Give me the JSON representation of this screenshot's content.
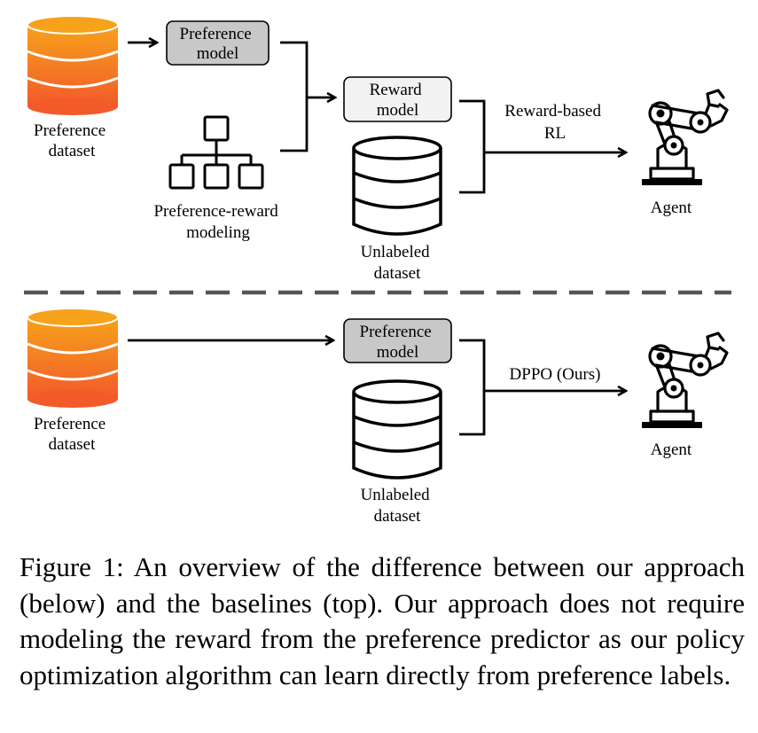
{
  "top": {
    "preference_dataset": [
      "Preference",
      "dataset"
    ],
    "preference_model": [
      "Preference",
      "model"
    ],
    "preference_reward_modeling": [
      "Preference-reward",
      "modeling"
    ],
    "reward_model": [
      "Reward",
      "model"
    ],
    "unlabeled_dataset": [
      "Unlabeled",
      "dataset"
    ],
    "reward_based_rl": [
      "Reward-based",
      "RL"
    ],
    "agent": "Agent"
  },
  "bottom": {
    "preference_dataset": [
      "Preference",
      "dataset"
    ],
    "preference_model": [
      "Preference",
      "model"
    ],
    "unlabeled_dataset": [
      "Unlabeled",
      "dataset"
    ],
    "dppo": "DPPO (Ours)",
    "agent": "Agent"
  },
  "caption": "Figure 1: An overview of the difference between our approach (below) and the baselines (top). Our approach does not require modeling the reward from the preference predictor as our policy optimization algorithm can learn directly from preference labels.",
  "colors": {
    "db_orange_top": "#f7a21b",
    "db_orange_bottom": "#f25a2a",
    "preference_box_fill": "#c8c8c8",
    "reward_box_fill": "#f2f2f2",
    "divider": "#555555"
  },
  "icons": {
    "orange_database": "database-icon",
    "white_database": "database-icon",
    "hierarchy": "hierarchy-icon",
    "robot_arm": "robot-arm-icon"
  }
}
